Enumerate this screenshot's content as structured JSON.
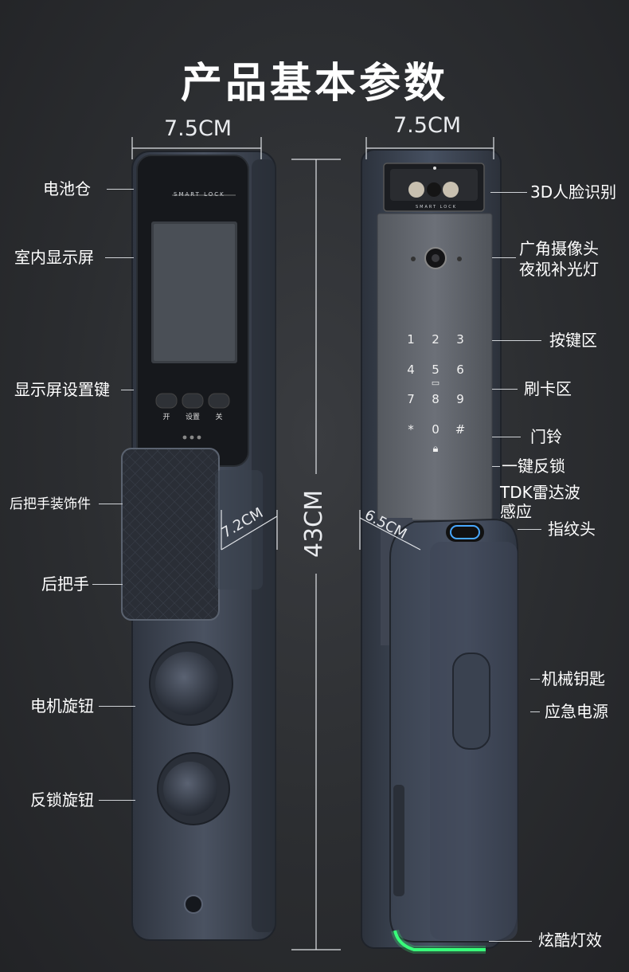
{
  "title": "产品基本参数",
  "dimensions": {
    "left_width": "7.5CM",
    "right_width": "7.5CM",
    "height": "43CM",
    "handle_left": "7.2CM",
    "handle_right": "6.5CM"
  },
  "brand": {
    "left": "SMART LOCK",
    "right": "SMART LOCK"
  },
  "screen_buttons": [
    "开",
    "设置",
    "关"
  ],
  "keypad": [
    "1",
    "2",
    "3",
    "4",
    "5",
    "6",
    "7",
    "8",
    "9",
    "*",
    "0",
    "#"
  ],
  "left_labels": {
    "battery": "电池仓",
    "indoor_screen": "室内显示屏",
    "screen_settings": "显示屏设置键",
    "rear_trim": "后把手装饰件",
    "rear_handle": "后把手",
    "motor_knob": "电机旋钮",
    "deadlock_knob": "反锁旋钮"
  },
  "right_labels": {
    "face_id": "3D人脸识别",
    "camera_line1": "广角摄像头",
    "camera_line2": "夜视补光灯",
    "keypad_area": "按键区",
    "card_area": "刷卡区",
    "doorbell": "门铃",
    "one_key_lock": "一键反锁",
    "radar_line1": "TDK雷达波",
    "radar_line2": "感应",
    "fingerprint": "指纹头",
    "mechanical_key": "机械钥匙",
    "emergency_power": "应急电源",
    "light_effect": "炫酷灯效"
  },
  "colors": {
    "background": "#2b2d30",
    "lock_body": "#3f4654",
    "panel": "#5c6068",
    "glow": "#38ff7a"
  }
}
